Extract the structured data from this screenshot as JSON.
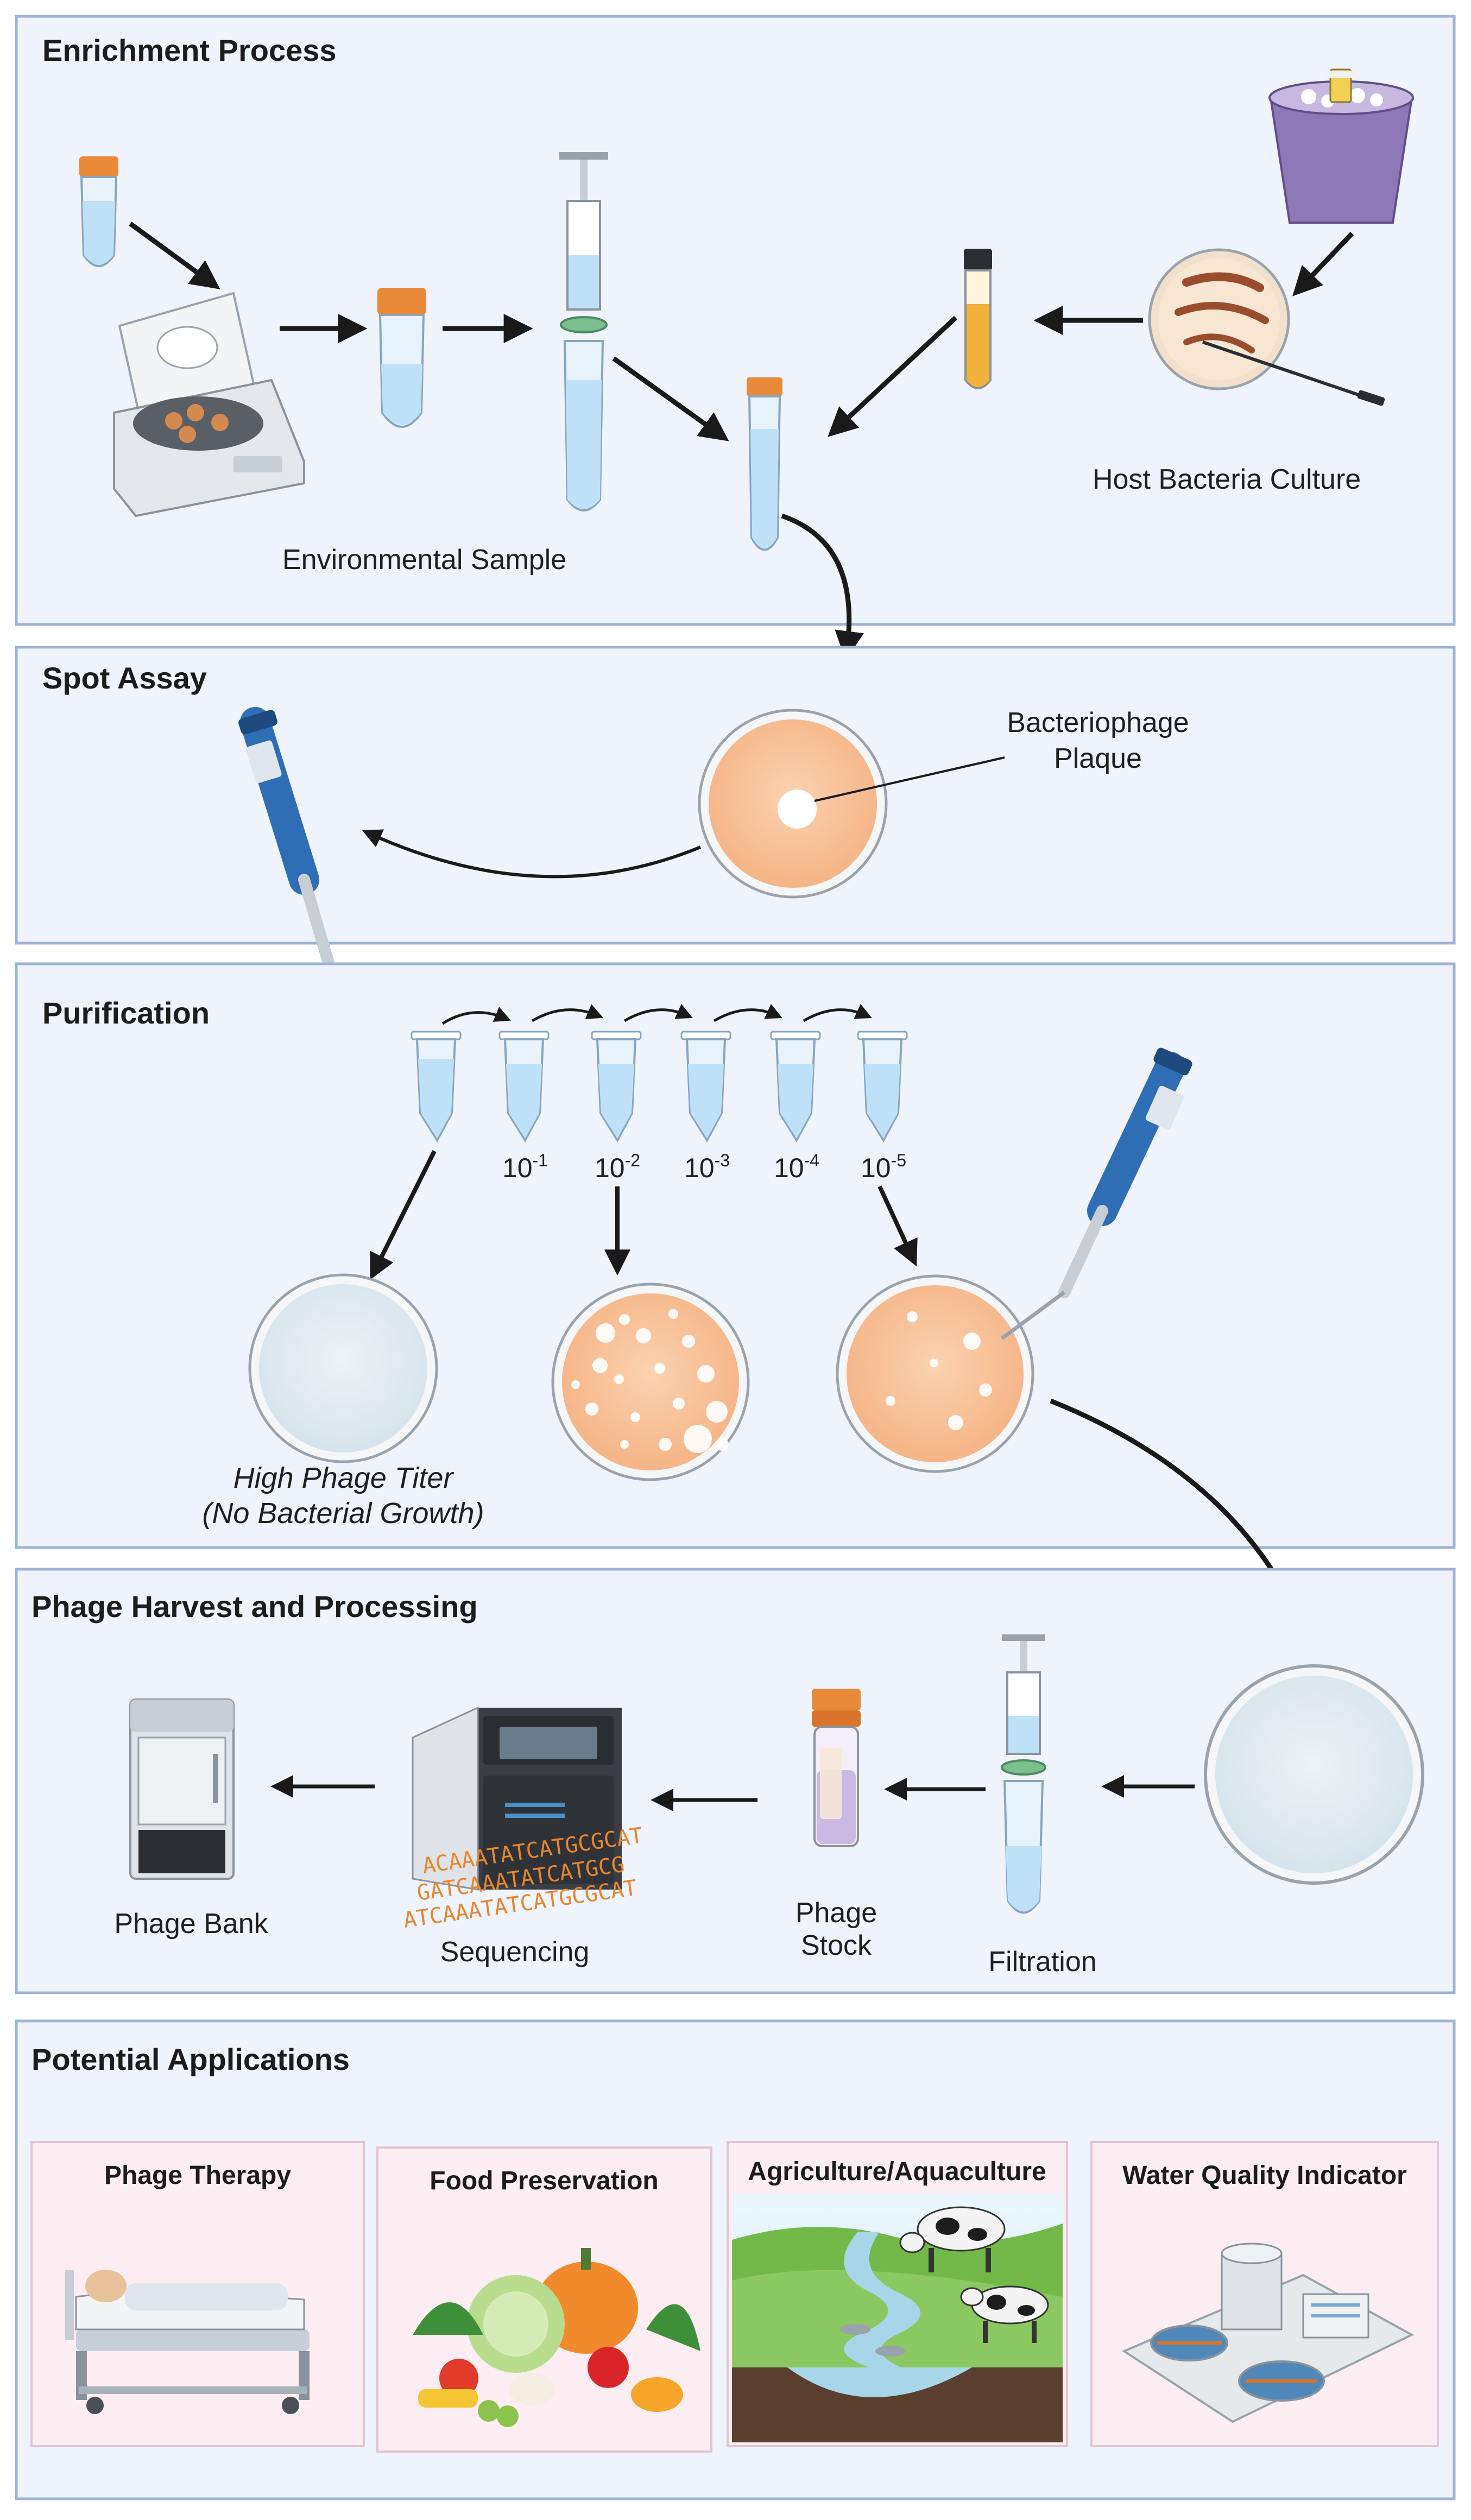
{
  "panels": {
    "enrichment": {
      "title": "Enrichment Process",
      "environmental_sample": "Environmental Sample",
      "host_culture": "Host Bacteria Culture"
    },
    "spot_assay": {
      "title": "Spot Assay",
      "plaque_line1": "Bacteriophage",
      "plaque_line2": "Plaque"
    },
    "purification": {
      "title": "Purification",
      "dilutions": [
        {
          "base": "10",
          "exp": "-1"
        },
        {
          "base": "10",
          "exp": "-2"
        },
        {
          "base": "10",
          "exp": "-3"
        },
        {
          "base": "10",
          "exp": "-4"
        },
        {
          "base": "10",
          "exp": "-5"
        }
      ],
      "high_titer_line1": "High Phage Titer",
      "high_titer_line2": "(No Bacterial Growth)"
    },
    "harvest": {
      "title": "Phage Harvest and Processing",
      "phage_bank": "Phage Bank",
      "sequencing": "Sequencing",
      "phage_stock_line1": "Phage",
      "phage_stock_line2": "Stock",
      "filtration": "Filtration",
      "sequence_rows": [
        "ACAAATATCATGCGCAT",
        "GATCAAATATCATGCG",
        "ATCAAATATCATGCGCAT"
      ]
    },
    "applications": {
      "title": "Potential Applications",
      "cards": [
        {
          "title": "Phage Therapy"
        },
        {
          "title": "Food Preservation"
        },
        {
          "title": "Agriculture/Aquaculture"
        },
        {
          "title": "Water Quality Indicator"
        }
      ]
    }
  },
  "colors": {
    "panel_fill": "#eef3fc",
    "panel_border": "#9db3d6",
    "card_fill": "#fcedf3",
    "agar": "#f8c49c",
    "liquid": "#bfe1f7",
    "cap": "#e98a3a",
    "pipette_blue": "#2f6db5"
  }
}
